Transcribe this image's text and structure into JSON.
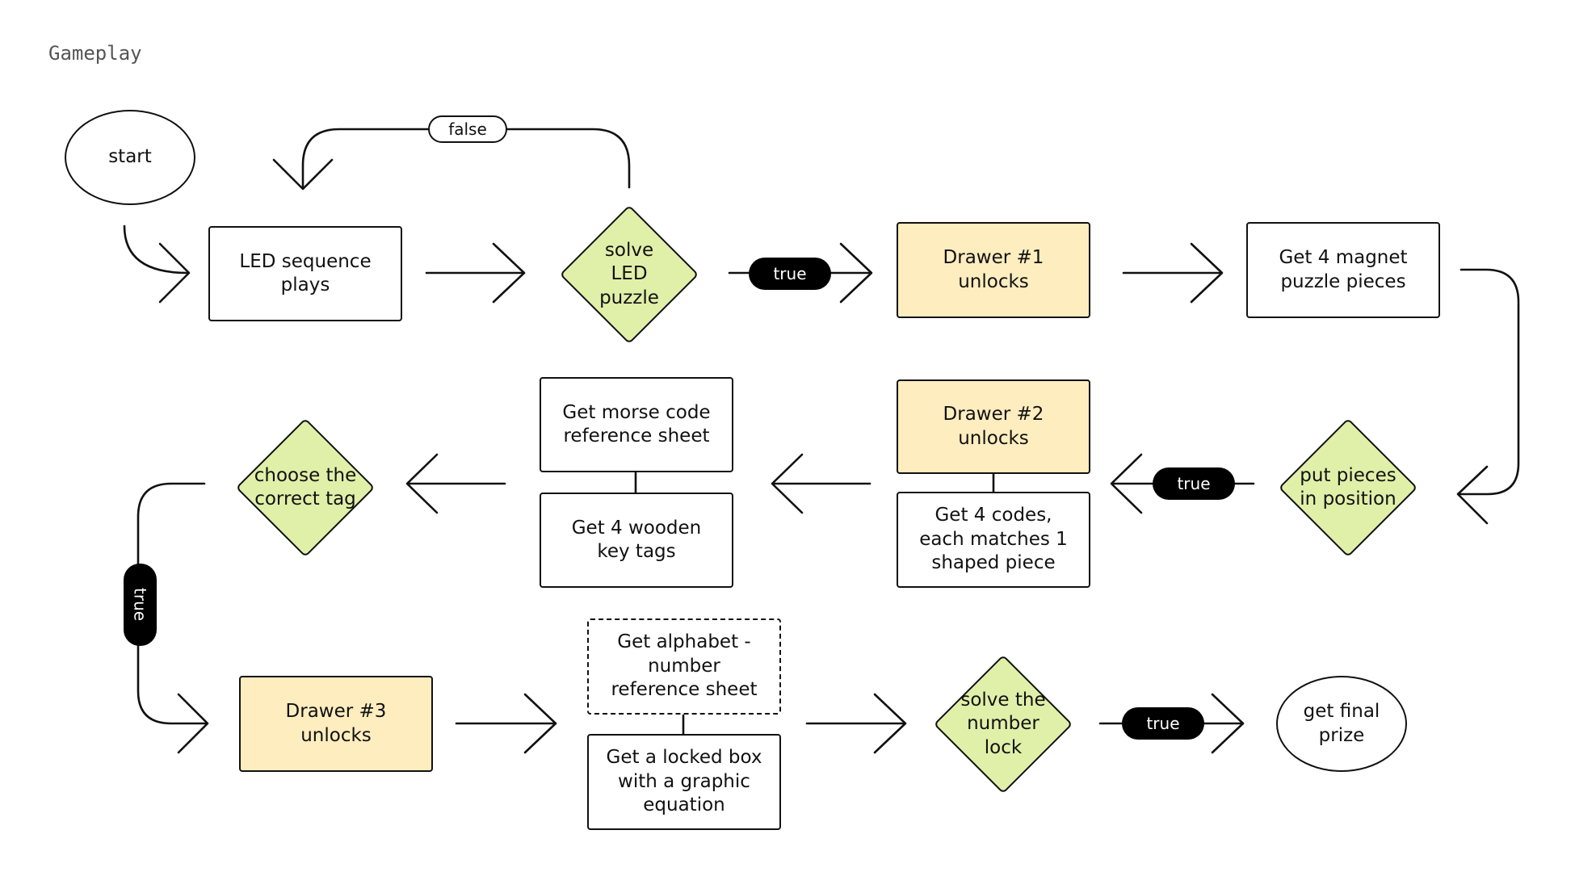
{
  "title": "Gameplay",
  "nodes": {
    "start": "start",
    "led_sequence": "LED sequence\nplays",
    "solve_led": "solve\nLED\npuzzle",
    "drawer1": "Drawer #1\nunlocks",
    "magnet_pieces": "Get 4 magnet\npuzzle pieces",
    "put_pieces": "put pieces\nin position",
    "drawer2": "Drawer #2\nunlocks",
    "four_codes": "Get 4 codes,\neach matches 1\nshaped piece",
    "morse_sheet": "Get morse code\nreference sheet",
    "wooden_tags": "Get 4 wooden\nkey tags",
    "choose_tag": "choose the\ncorrect tag",
    "drawer3": "Drawer #3\nunlocks",
    "alphabet_sheet": "Get alphabet -\nnumber\nreference sheet",
    "locked_box": "Get a locked box\nwith a graphic\nequation",
    "solve_lock": "solve the\nnumber\nlock",
    "final_prize": "get final\nprize"
  },
  "labels": {
    "false_loop": "false",
    "true_1": "true",
    "true_2": "true",
    "true_3": "true",
    "true_4": "true"
  },
  "colors": {
    "decision_fill": "#e0f0a9",
    "drawer_fill": "#fdedbf",
    "line": "#111111"
  }
}
